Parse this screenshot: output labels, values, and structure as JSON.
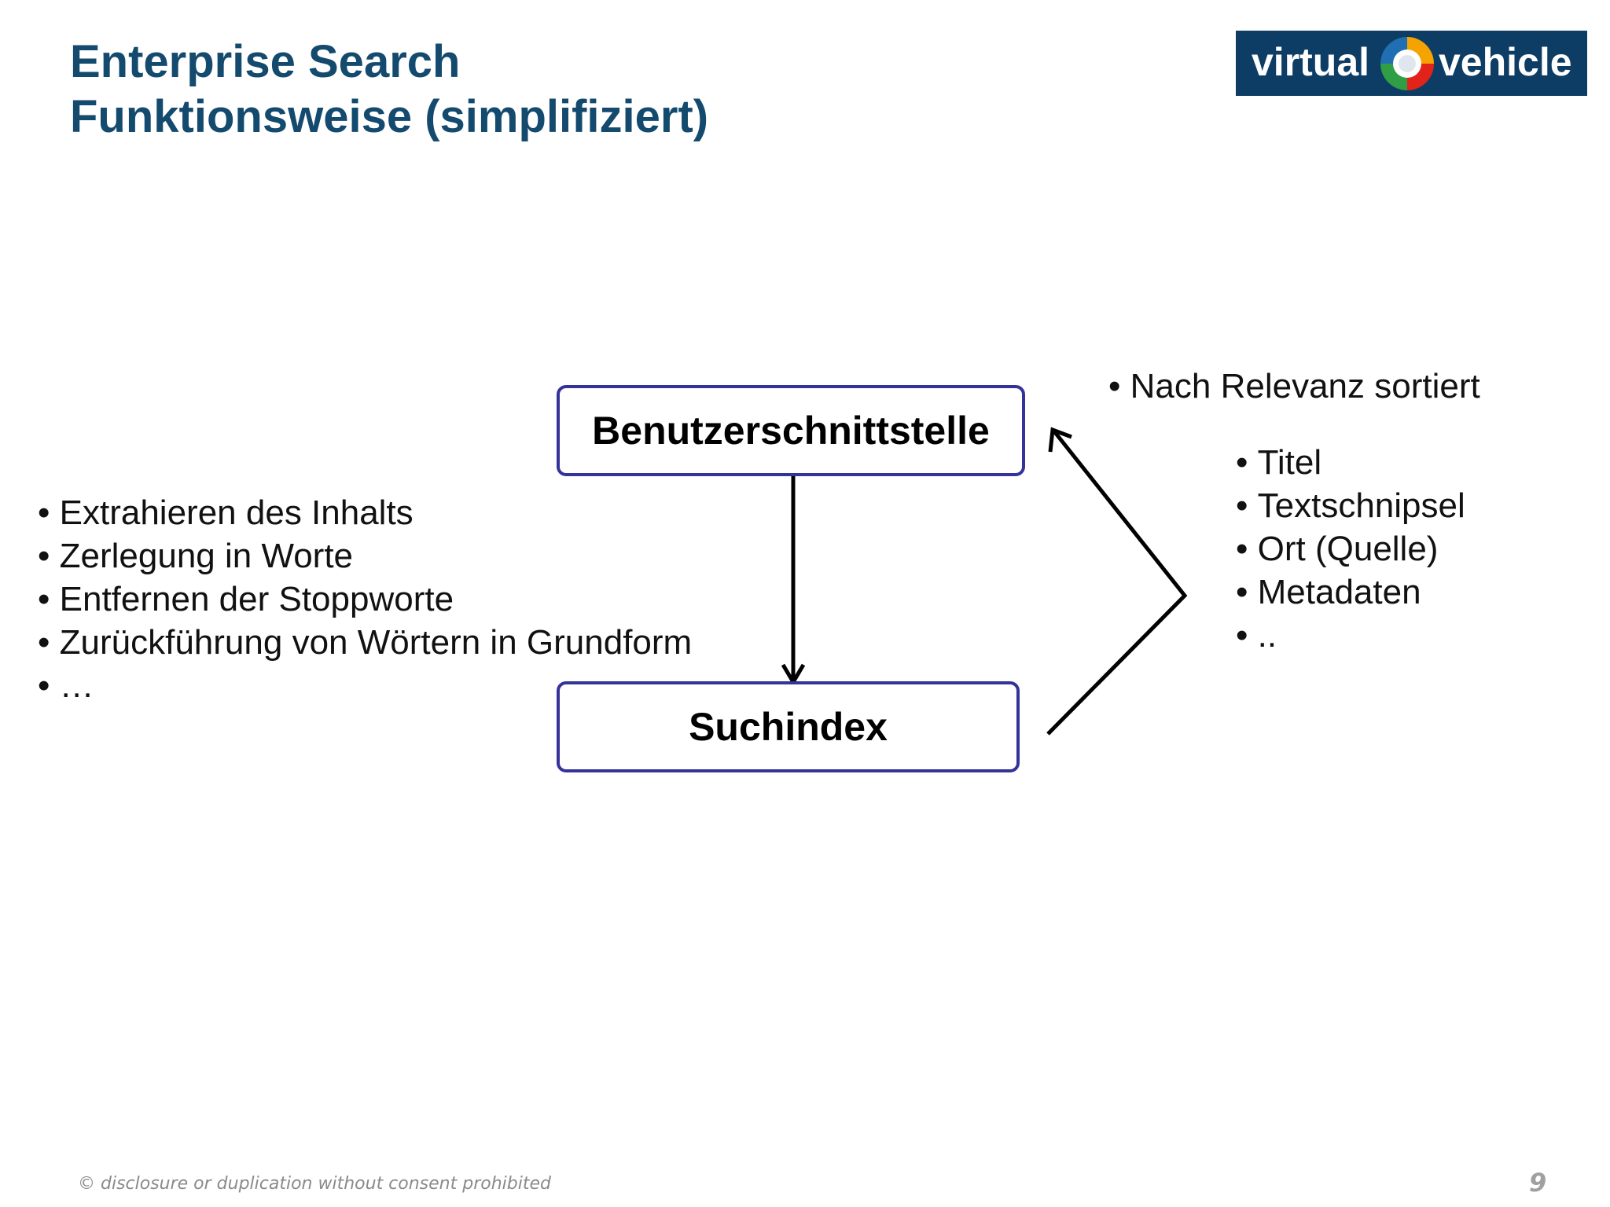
{
  "slide": {
    "title_line1": "Enterprise Search",
    "title_line2": "Funktionsweise (simplifiziert)",
    "page_number": "9",
    "footer_note": "© disclosure or duplication without consent prohibited"
  },
  "logo": {
    "word_left": "virtual",
    "word_right": "vehicle",
    "background": "#0d3d64",
    "mark_colors": [
      "#e2231a",
      "#f5a300",
      "#2f9e44",
      "#1f6fb2"
    ]
  },
  "diagram": {
    "nodes": {
      "top": "Benutzerschnittstelle",
      "bottom": "Suchindex"
    },
    "edges": [
      {
        "from": "Benutzerschnittstelle",
        "to": "Suchindex"
      },
      {
        "from": "Suchindex",
        "to": "Benutzerschnittstelle"
      }
    ],
    "indexing_steps": [
      "Extrahieren des Inhalts",
      "Zerlegung in Worte",
      "Entfernen der Stoppworte",
      "Zurückführung von Wörtern in Grundform",
      "…"
    ],
    "results_heading": "Nach Relevanz sortiert",
    "result_fields": [
      "Titel",
      "Textschnipsel",
      "Ort (Quelle)",
      "Metadaten",
      ".."
    ]
  },
  "colors": {
    "title": "#134a6e",
    "box_border": "#33339a"
  }
}
